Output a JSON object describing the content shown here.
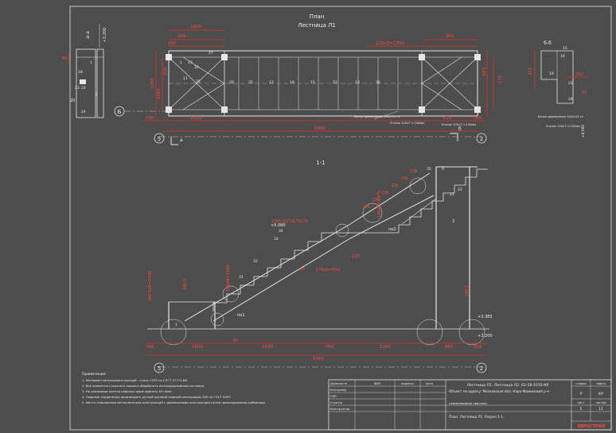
{
  "plan": {
    "title": "План",
    "subtitle": "Лестница Л1",
    "dims_top": [
      "1000",
      "300",
      "200",
      "270x5=1350",
      "300"
    ],
    "dims_bottom": [
      "190",
      "1010",
      "670",
      "200"
    ],
    "dim_total": "5960",
    "dims_left": [
      "1065",
      "1005",
      "300"
    ],
    "dims_right": [
      "845",
      "270"
    ],
    "axis_left": "5",
    "axis_right": "2",
    "axis_b": "Б",
    "cut_a": "а",
    "cut_b": "б",
    "labels": [
      "1",
      "13",
      "27",
      "16",
      "11",
      "25",
      "26",
      "35",
      "12",
      "19",
      "15",
      "22",
      "23",
      "36"
    ],
    "callout_beam": "балка деревянная 100х150 гн",
    "callout_angle1": "Уголок 100х7 l=140мм",
    "callout_angle2": "Уголок 100х7 l=140мм"
  },
  "section_aa": {
    "title": "а-а",
    "elev": "+3.200",
    "dims": [
      "80",
      "20"
    ],
    "labels": [
      "1",
      "2",
      "18",
      "23",
      "24",
      "24"
    ]
  },
  "section_bb": {
    "title": "б-б",
    "dims": [
      "373",
      "150",
      "50"
    ],
    "elev": "+6.580",
    "labels": [
      "15",
      "16",
      "19",
      "23",
      "24"
    ],
    "callout_beam": "балка деревянная 100х150 гн",
    "callout_angle": "Уголок 100х7 l=140мм"
  },
  "section_11": {
    "title": "1-1",
    "dims_bottom": [
      "200",
      "1600",
      "1640",
      "750",
      "1350",
      "880",
      "200"
    ],
    "dim_total": "5960",
    "elev_marks": [
      "+3.385",
      "+3.200",
      "+5.080"
    ],
    "dims_flight1": "180x8=1440",
    "dims_flight2": "180x8=1470",
    "dims_run": [
      "170x5=810",
      "95",
      "120"
    ],
    "dims_mid": [
      "170",
      "170",
      "170",
      "170",
      "170"
    ],
    "dims_steps": [
      "136",
      "136",
      "136",
      "136",
      "136",
      "136"
    ],
    "dims_left": [
      "180,5x9=1590",
      "180,5"
    ],
    "dim_90": "90",
    "labels": [
      "по1",
      "по2",
      "3",
      "1",
      "31",
      "32",
      "33",
      "34",
      "35",
      "21",
      "22",
      "9"
    ],
    "axis_left": "5",
    "axis_right": "2"
  },
  "notes": {
    "title": "Примечания:",
    "items": [
      "1.    Материал металлоконструкций - сталь С255 по ГОСТ 27772-88.",
      "2.    Все элементы стального каркаса обработать антикоррозийным составом.",
      "3.    Не указанные катеты сварных швов принять Кf=4мм.",
      "4.    Сварные соединения производить ручной дуговой сваркой электродом Э42 по ГОСТ 9467.",
      "5.    Место сопряжения металлических конструкций с деревянными конструкции путем прокладывания рубероида"
    ]
  },
  "title_block": {
    "roles": [
      "Должность",
      "Контролер",
      "ГИП",
      "Н.контр.",
      "Конструктор"
    ],
    "col_headers": [
      "ФИО",
      "подпись",
      "дата"
    ],
    "code": "Лестница Л1. Лестница Л2.  02-18-1010-КР",
    "address": "Объект по адресу: Московская обл. Наро-Фоминский р-н",
    "drawing_name_label": "наименование чертежа:",
    "drawing_name": "План. Лестница Л1. Разрез 1-1.",
    "stage_label": "стадия",
    "stage": "Р",
    "mark_label": "марка",
    "mark": "КР",
    "sheet_label": "лист",
    "sheet": "5",
    "sheets_label": "листов",
    "sheets": "11",
    "logo": "ЕВРОСТРОЙ"
  }
}
